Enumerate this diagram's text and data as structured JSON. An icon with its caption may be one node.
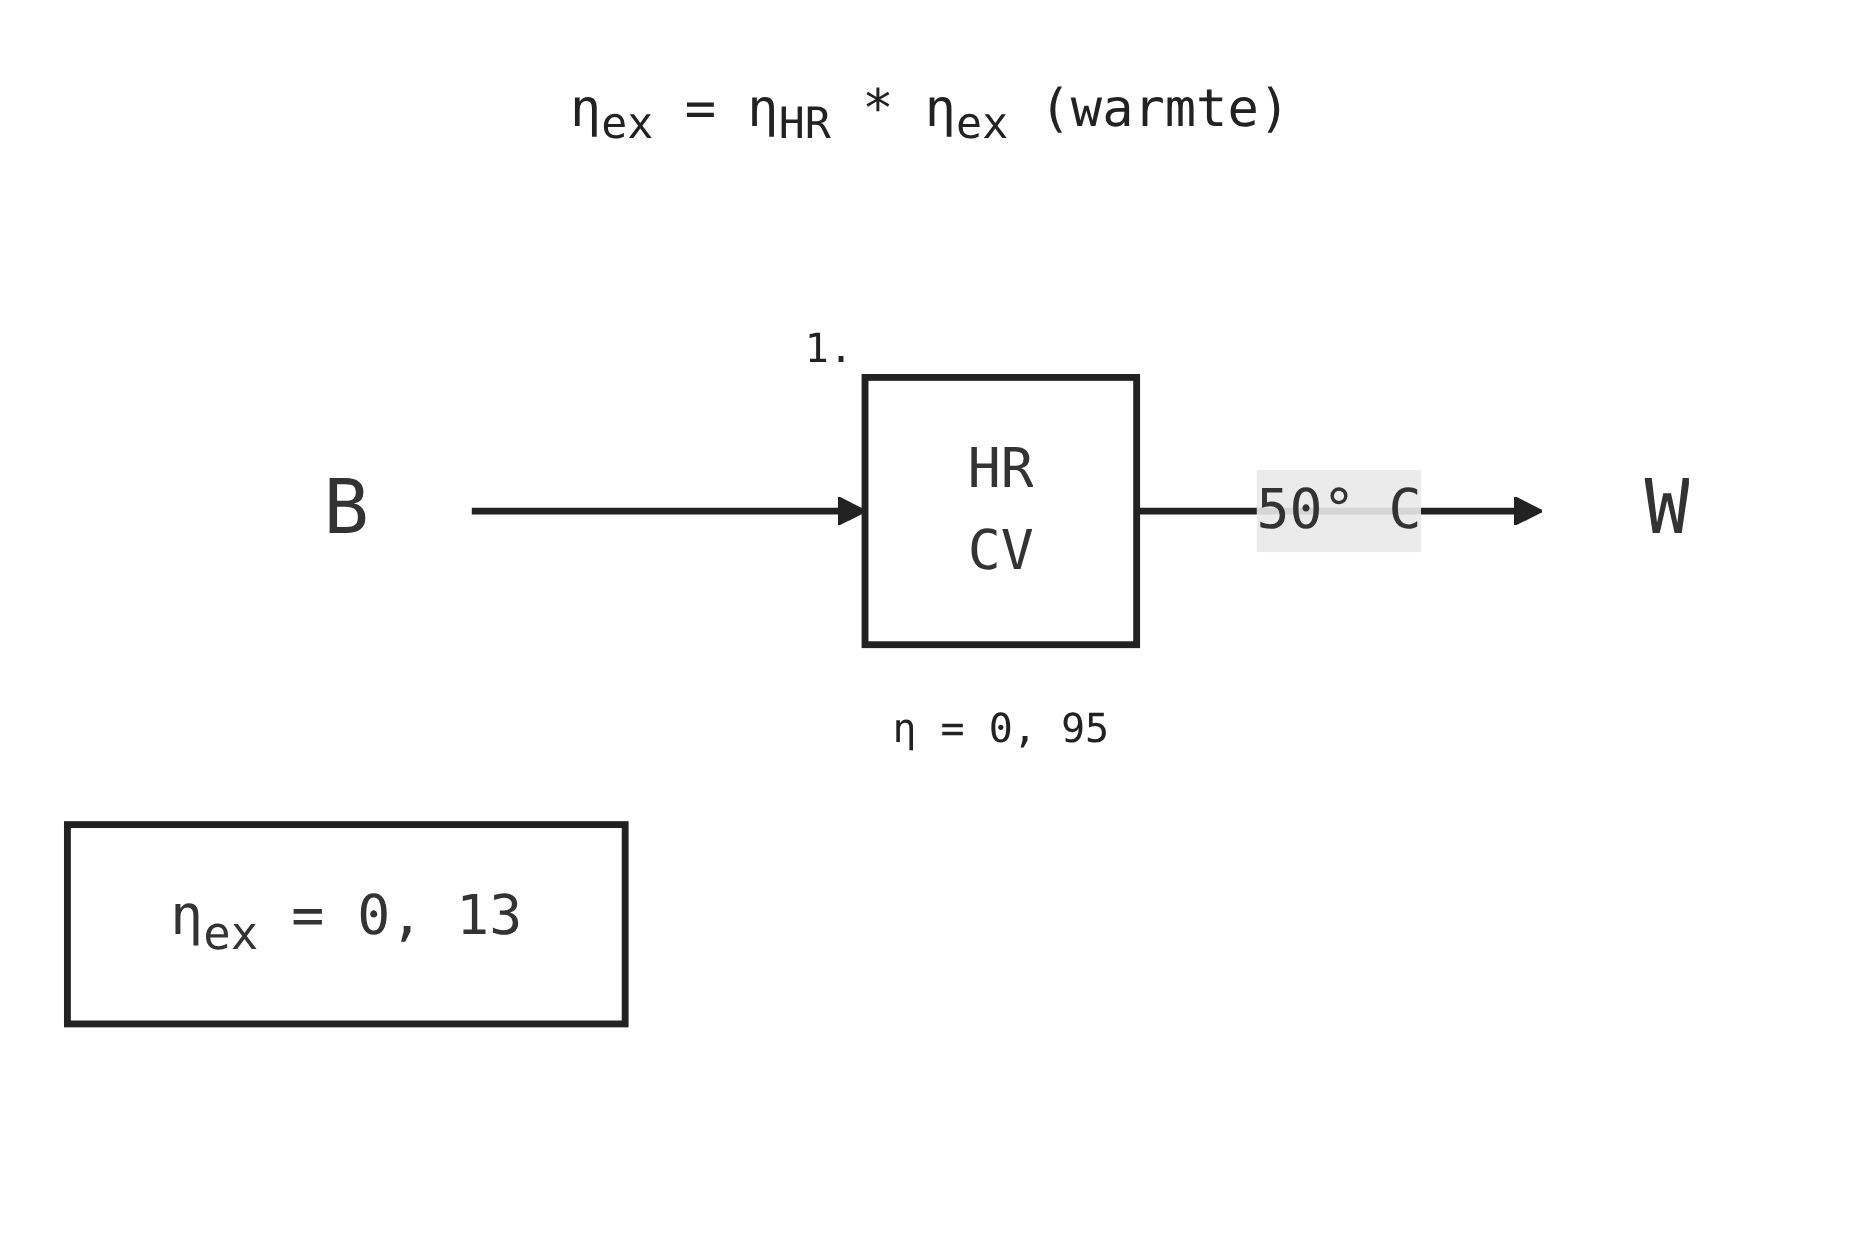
{
  "diagram": {
    "nodes": [
      {
        "text": [
          "B"
        ]
      },
      {
        "text": [
          "HR",
          "CV"
        ],
        "beside": [
          "1.",
          "η = 0, 95"
        ]
      },
      {
        "text": [
          "W"
        ]
      },
      {
        "text": [
          "η$_{ex}$ = 0, 13"
        ]
      }
    ],
    "edges": [
      {
        "from": 0,
        "to": 1,
        "arrow": "to"
      },
      {
        "from": 1,
        "to": 2,
        "arrow": "to",
        "label": "50° C"
      }
    ],
    "labels": [
      "η$_{ex}$ = η$_{HR}$ * η$_{ex}$ (warmte)"
    ]
  }
}
